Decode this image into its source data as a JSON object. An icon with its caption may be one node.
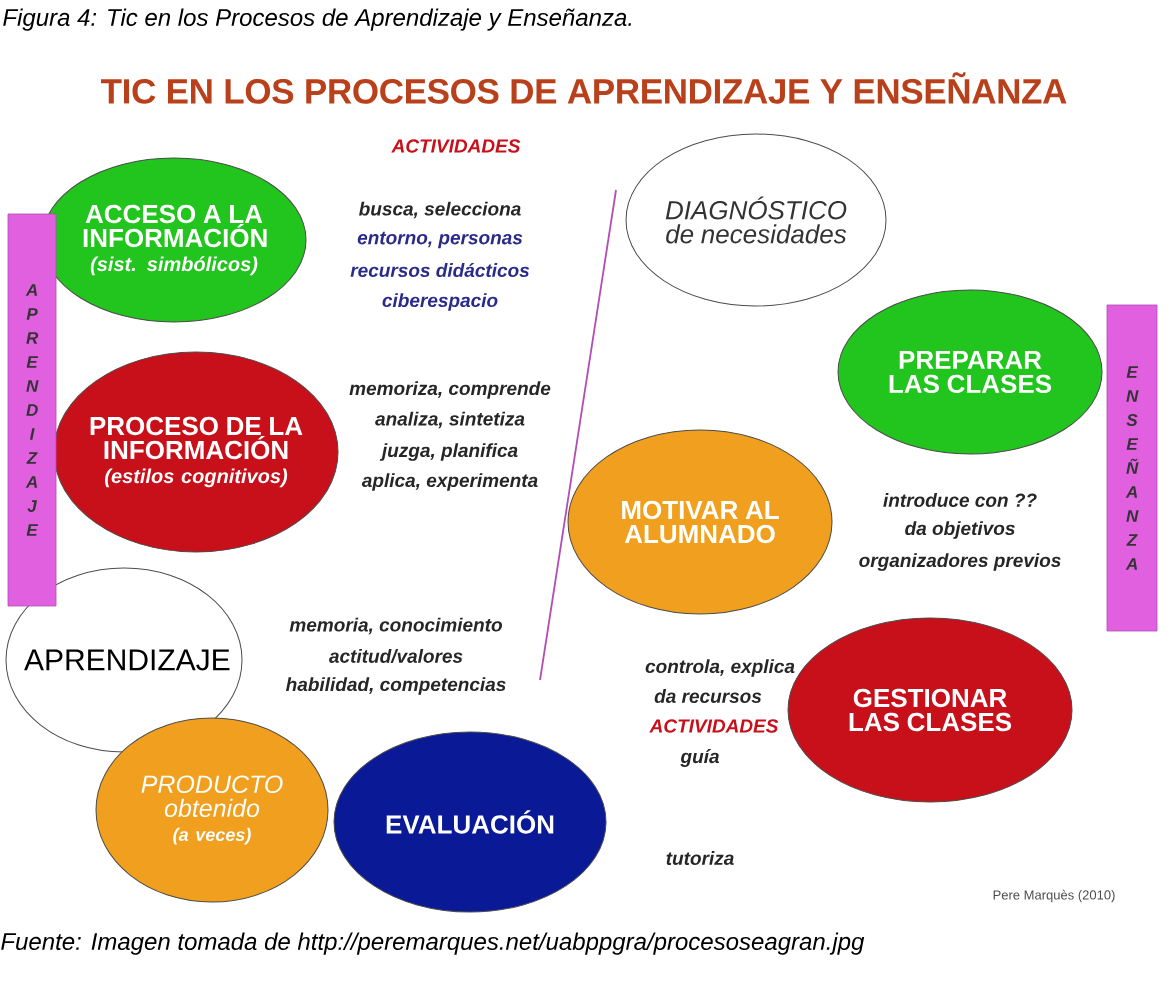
{
  "diagram": {
    "title": "TIC EN LOS PROCESOS DE APRENDIZAJE Y ENSEÑANZA",
    "caption": "Figura 4: Tic en los Procesos de Aprendizaje y Enseñanza.",
    "nodes": [
      {
        "text": [
          "ACCESO A LA INFORMACIÓN",
          "(sist. simbólicos)"
        ]
      },
      {
        "text": [
          "PROCESO DE LA INFORMACIÓN",
          "(estilos cognitivos)"
        ]
      },
      {
        "text": [
          "APRENDIZAJE"
        ]
      },
      {
        "text": [
          "PRODUCTO obtenido",
          "(a veces)"
        ]
      },
      {
        "text": [
          "EVALUACIÓN"
        ]
      },
      {
        "text": [
          "DIAGNÓSTICO de necesidades"
        ]
      },
      {
        "text": [
          "PREPARAR LAS CLASES"
        ]
      },
      {
        "text": [
          "MOTIVAR AL ALUMNADO"
        ]
      },
      {
        "text": [
          "GESTIONAR LAS CLASES"
        ]
      },
      {
        "text": [
          "A P R E N D I Z A J E"
        ]
      },
      {
        "text": [
          "E N S E Ñ A N Z A"
        ]
      }
    ],
    "labels": [
      "ACTIVIDADES",
      "busca, selecciona",
      "entorno, personas",
      "recursos didácticos",
      "ciberespacio",
      "memoriza, comprende",
      "analiza, sintetiza",
      "juzga, planifica",
      "aplica, experimenta",
      "memoria, conocimiento",
      "actitud/valores",
      "habilidad, competencias",
      "introduce con ??",
      "da objetivos",
      "organizadores previos",
      "controla, explica",
      "da recursos",
      "ACTIVIDADES",
      "guía",
      "tutoriza",
      "Pere Marquès (2010)",
      "Fuente: Imagen tomada de http://peremarques.net/uabppgra/procesoseagran.jpg"
    ]
  }
}
